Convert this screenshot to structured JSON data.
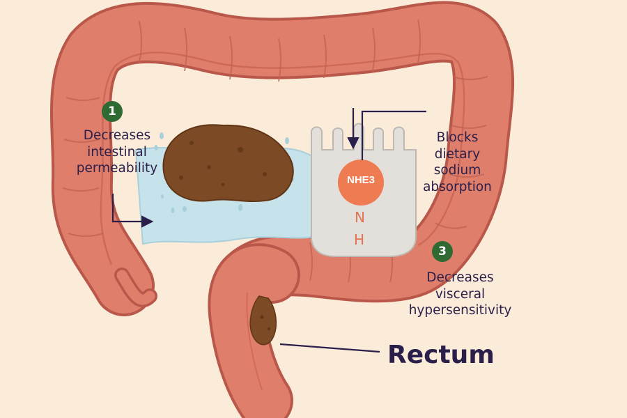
{
  "colors": {
    "background": "#fbecd9",
    "intestine": "#e07e6c",
    "intestine_dark": "#b9584a",
    "water": "#c6e2ea",
    "stool": "#7c4a24",
    "cell": "#e3e0dc",
    "nhe3_circle": "#ef7b52",
    "badge_green": "#2f6a33",
    "text": "#2a1f4a"
  },
  "badges": {
    "one": "1",
    "three": "3"
  },
  "labels": {
    "one": [
      "Decreases",
      "intestinal",
      "permeability"
    ],
    "two": [
      "Blocks",
      "dietary",
      "sodium",
      "absorption"
    ],
    "three": [
      "Decreases",
      "visceral",
      "hypersensitivity"
    ],
    "rectum": "Rectum"
  },
  "cell": {
    "transporter": "NHE3",
    "letter_n": "N",
    "letter_h": "H"
  },
  "icons": [
    "colon-illustration",
    "stool-mass",
    "water-drops",
    "epithelial-cell",
    "arrow"
  ]
}
